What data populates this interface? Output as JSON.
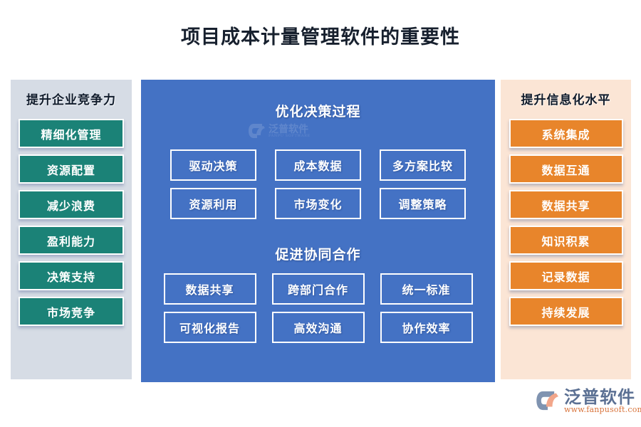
{
  "page": {
    "title": "项目成本计量管理软件的重要性"
  },
  "colors": {
    "title_text": "#17202e",
    "left_panel_bg": "#d6dce5",
    "right_panel_bg": "#fbe5d5",
    "center_panel_bg": "#4472c4",
    "left_chip_bg": "#1b8277",
    "right_chip_bg": "#e8852b",
    "box_border": "#ffffff",
    "brand_name": "#5b7093",
    "brand_url": "#d8733a"
  },
  "left_panel": {
    "heading": "提升企业竞争力",
    "items": [
      {
        "label": "精细化管理"
      },
      {
        "label": "资源配置"
      },
      {
        "label": "减少浪费"
      },
      {
        "label": "盈利能力"
      },
      {
        "label": "决策支持"
      },
      {
        "label": "市场竞争"
      }
    ]
  },
  "center_panel": {
    "sections": [
      {
        "title": "优化决策过程",
        "rows": [
          [
            {
              "label": "驱动决策"
            },
            {
              "label": "成本数据"
            },
            {
              "label": "多方案比较"
            }
          ],
          [
            {
              "label": "资源利用"
            },
            {
              "label": "市场变化"
            },
            {
              "label": "调整策略"
            }
          ]
        ]
      },
      {
        "title": "促进协同合作",
        "rows": [
          [
            {
              "label": "数据共享"
            },
            {
              "label": "跨部门合作"
            },
            {
              "label": "统一标准"
            }
          ],
          [
            {
              "label": "可视化报告"
            },
            {
              "label": "高效沟通"
            },
            {
              "label": "协作效率"
            }
          ]
        ]
      }
    ],
    "watermark": {
      "name": "泛普软件",
      "tagline": "FANPU SOFTWARE"
    }
  },
  "right_panel": {
    "heading": "提升信息化水平",
    "items": [
      {
        "label": "系统集成"
      },
      {
        "label": "数据互通"
      },
      {
        "label": "数据共享"
      },
      {
        "label": "知识积累"
      },
      {
        "label": "记录数据"
      },
      {
        "label": "持续发展"
      }
    ]
  },
  "brand": {
    "name": "泛普软件",
    "url": "www.fanpusoft.com"
  }
}
